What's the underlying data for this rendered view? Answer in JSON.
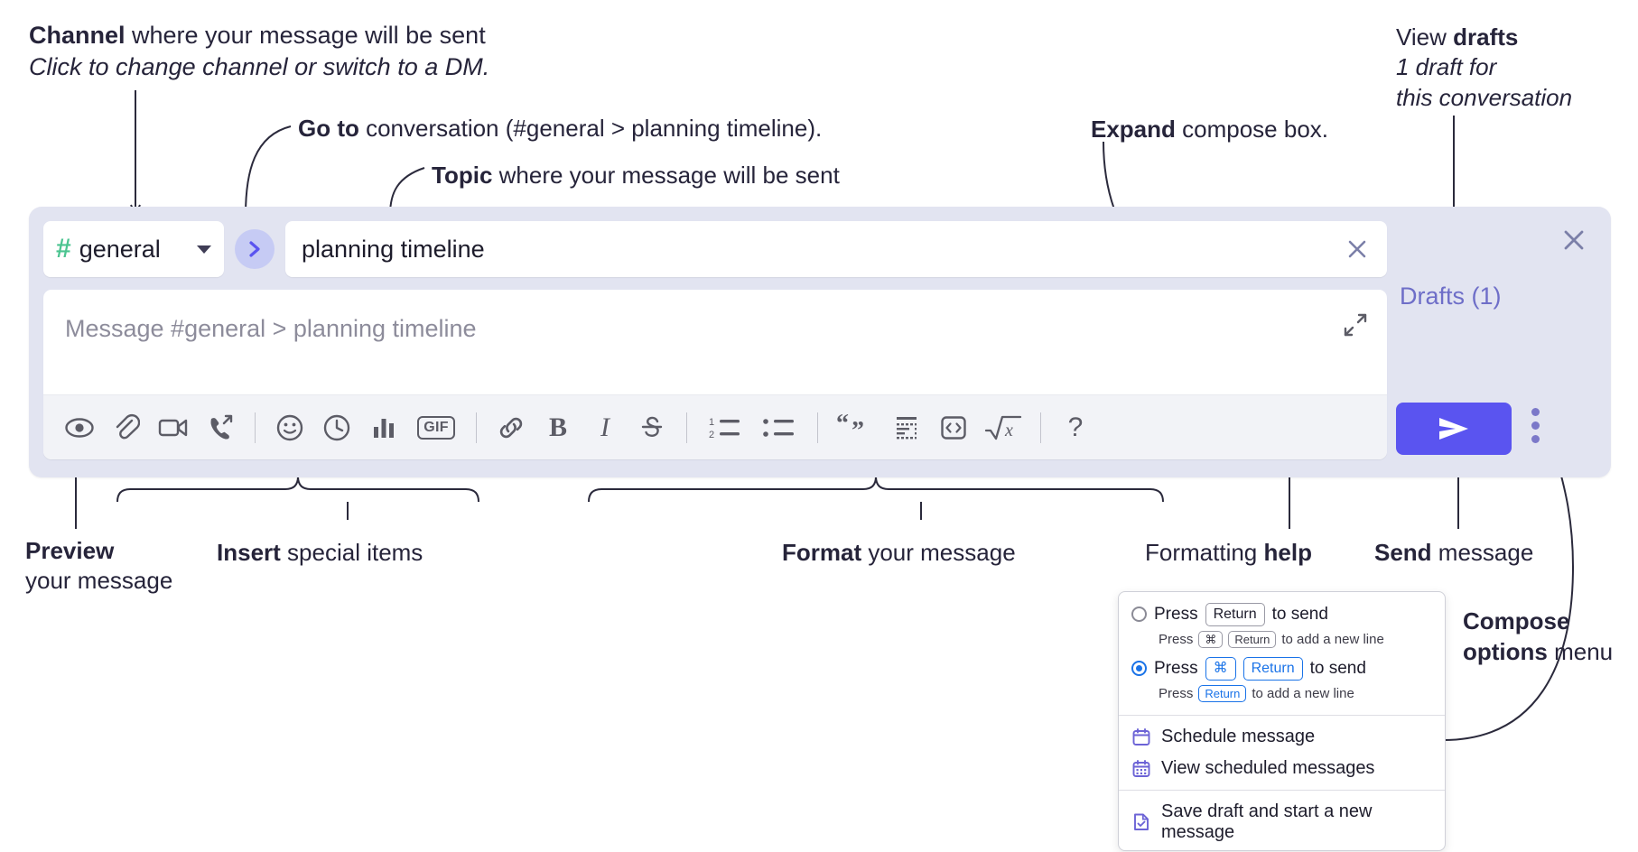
{
  "annotations": {
    "channel": {
      "bold": "Channel",
      "rest": " where your message will be sent",
      "italic": "Click to change channel or switch to a DM."
    },
    "goto": {
      "bold": "Go to",
      "rest": " conversation (#general > planning timeline)."
    },
    "topic": {
      "bold": "Topic",
      "rest": " where your message will be sent"
    },
    "expand": {
      "bold": "Expand",
      "rest": " compose box."
    },
    "drafts": {
      "plain": "View ",
      "bold": "drafts",
      "italic1": "1 draft for",
      "italic2": "this conversation"
    },
    "preview": {
      "bold": "Preview",
      "rest": "your message"
    },
    "insert": {
      "bold": "Insert",
      "rest": " special items"
    },
    "format": {
      "bold": "Format",
      "rest": " your message"
    },
    "help": {
      "plain": "Formatting ",
      "bold": "help"
    },
    "send": {
      "bold": "Send",
      "rest": " message"
    },
    "compose": {
      "bold": "Compose options",
      "rest": " menu"
    }
  },
  "compose": {
    "channel": {
      "hash": "#",
      "name": "general",
      "chevron_icon": "chevron-down-icon"
    },
    "goto_button_icon": "chevron-right-icon",
    "topic": {
      "value": "planning timeline",
      "clear_icon": "close-icon"
    },
    "message": {
      "placeholder": "Message #general > planning timeline",
      "expand_icon": "expand-icon"
    },
    "toolbar": [
      {
        "name": "preview-icon",
        "label": "Preview"
      },
      {
        "name": "attachment-icon",
        "label": "Attach file"
      },
      {
        "name": "video-camera-icon",
        "label": "Video clip"
      },
      {
        "name": "audio-call-icon",
        "label": "Audio clip"
      },
      {
        "name": "separator",
        "label": ""
      },
      {
        "name": "emoji-icon",
        "label": "Emoji"
      },
      {
        "name": "clock-icon",
        "label": "Reminder"
      },
      {
        "name": "bar-chart-icon",
        "label": "Poll"
      },
      {
        "name": "gif-icon",
        "label": "GIF"
      },
      {
        "name": "separator",
        "label": ""
      },
      {
        "name": "link-icon",
        "label": "Link"
      },
      {
        "name": "bold-icon",
        "label": "B"
      },
      {
        "name": "italic-icon",
        "label": "I"
      },
      {
        "name": "strikethrough-icon",
        "label": "S"
      },
      {
        "name": "separator",
        "label": ""
      },
      {
        "name": "ordered-list-icon",
        "label": "Numbered list"
      },
      {
        "name": "bulleted-list-icon",
        "label": "Bulleted list"
      },
      {
        "name": "separator",
        "label": ""
      },
      {
        "name": "blockquote-icon",
        "label": "Blockquote"
      },
      {
        "name": "code-block-icon",
        "label": "Code block"
      },
      {
        "name": "inline-code-icon",
        "label": "Code"
      },
      {
        "name": "math-icon",
        "label": "Math"
      },
      {
        "name": "separator",
        "label": ""
      },
      {
        "name": "help-icon",
        "label": "?"
      }
    ],
    "rail": {
      "close_icon": "close-icon",
      "drafts_label": "Drafts (1)",
      "send_icon": "send-icon",
      "options_icon": "kebab-menu-icon"
    }
  },
  "menu": {
    "options": [
      {
        "selected": false,
        "main_pre": "Press",
        "main_key": "Return",
        "main_post": "to send",
        "sub_pre": "Press",
        "sub_key1": "⌘",
        "sub_key2": "Return",
        "sub_post": "to add a new line"
      },
      {
        "selected": true,
        "main_pre": "Press",
        "main_key1": "⌘",
        "main_key2": "Return",
        "main_post": "to send",
        "sub_pre": "Press",
        "sub_key": "Return",
        "sub_post": "to add a new line"
      }
    ],
    "items": [
      {
        "icon": "calendar-icon",
        "label": "Schedule message"
      },
      {
        "icon": "calendar-grid-icon",
        "label": "View scheduled messages"
      },
      {
        "icon": "save-draft-icon",
        "label": "Save draft and start a new message"
      }
    ]
  },
  "colors": {
    "panel_bg": "#e2e4f1",
    "accent_send": "#5a54f0",
    "channel_hash_green": "#4bc490",
    "goto_circle": "#c6cbf4",
    "drafts_text": "#6e6ec8",
    "blue_key": "#1a73e8",
    "menu_icon_purple": "#6c63d6"
  }
}
